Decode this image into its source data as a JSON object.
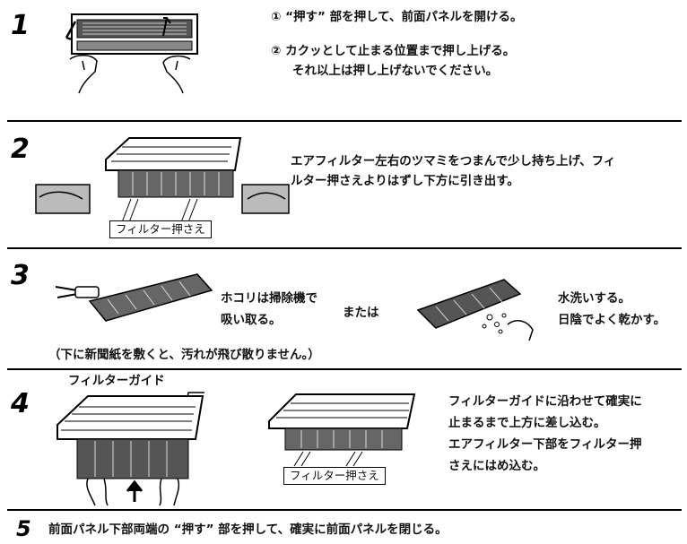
{
  "steps": [
    {
      "number": "1",
      "lines": [
        "① “押す” 部を押して、前面パネルを開ける。",
        "② カクッとして止まる位置まで押し上げる。",
        "それ以上は押し上げないでください。"
      ]
    },
    {
      "number": "2",
      "lines": [
        "エアフィルター左右のツマミをつまんで少し持ち上げ、フィ",
        "ルター押さえよりはずし下方に引き出す。"
      ],
      "label": "フィルター押さえ"
    },
    {
      "number": "3",
      "vacuum": [
        "ホコリは掃除機で",
        "吸い取る。"
      ],
      "or": "または",
      "wash": [
        "水洗いする。",
        "日陰でよく乾かす。"
      ],
      "note": "（下に新聞紙を敷くと、汚れが飛び散りません。）"
    },
    {
      "number": "4",
      "guide_label": "フィルターガイド",
      "label": "フィルター押さえ",
      "lines": [
        "フィルターガイドに沿わせて確実に",
        "止まるまで上方に差し込む。",
        "エアフィルター下部をフィルター押",
        "さえにはめ込む。"
      ]
    },
    {
      "number": "5",
      "lines": [
        "前面パネル下部両端の “押す” 部を押して、確実に前面パネルを閉じる。"
      ]
    }
  ]
}
